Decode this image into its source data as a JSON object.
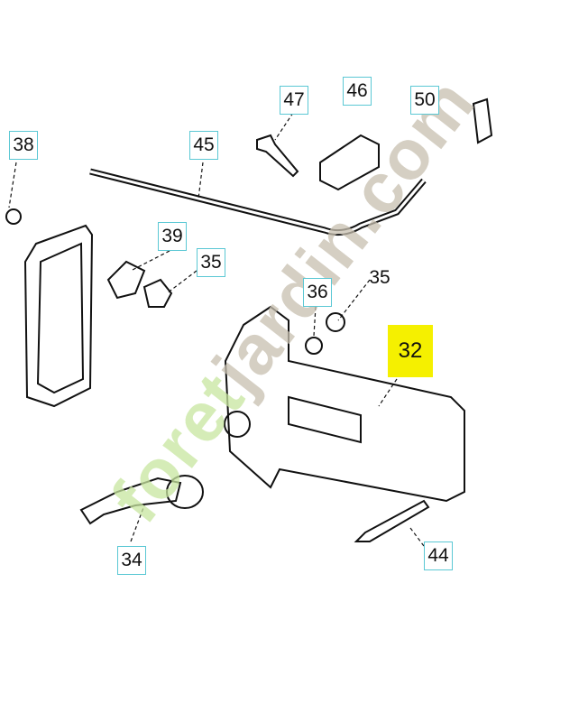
{
  "diagram": {
    "labels": [
      "47",
      "46",
      "50",
      "38",
      "45",
      "39",
      "35",
      "36",
      "35",
      "32",
      "34",
      "44"
    ],
    "highlighted": "32",
    "highlight_color": "#f5f000",
    "label_border_color": "#5bc8d4"
  },
  "watermark": {
    "text_a": "foret",
    "text_b": "jardin.com"
  }
}
